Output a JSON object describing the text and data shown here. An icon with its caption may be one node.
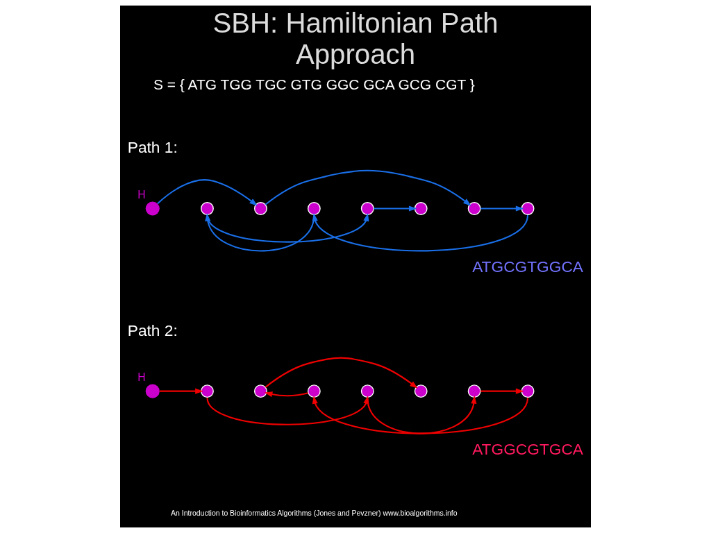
{
  "diagram": {
    "title": "SBH: Hamiltonian Path Approach",
    "nodes": [
      {
        "text": [],
        "shape": "circle",
        "beside": [
          "H"
        ]
      },
      {
        "text": [],
        "shape": "circle"
      },
      {
        "text": [],
        "shape": "circle"
      },
      {
        "text": [],
        "shape": "circle"
      },
      {
        "text": [],
        "shape": "circle"
      },
      {
        "text": [],
        "shape": "circle"
      },
      {
        "text": [],
        "shape": "circle"
      },
      {
        "text": [],
        "shape": "circle"
      },
      {
        "text": [],
        "shape": "circle",
        "beside": [
          "H"
        ]
      },
      {
        "text": [],
        "shape": "circle"
      },
      {
        "text": [],
        "shape": "circle"
      },
      {
        "text": [],
        "shape": "circle"
      },
      {
        "text": [],
        "shape": "circle"
      },
      {
        "text": [],
        "shape": "circle"
      },
      {
        "text": [],
        "shape": "circle"
      },
      {
        "text": [],
        "shape": "circle"
      }
    ],
    "edges": [
      {
        "from": 0,
        "to": 2,
        "arrow": "to",
        "color": "#1a6fe8"
      },
      {
        "from": 2,
        "to": 6,
        "arrow": "to",
        "color": "#1a6fe8"
      },
      {
        "from": 6,
        "to": 7,
        "arrow": "to",
        "color": "#1a6fe8"
      },
      {
        "from": 7,
        "to": 3,
        "arrow": "to",
        "color": "#1a6fe8"
      },
      {
        "from": 3,
        "to": 1,
        "arrow": "to",
        "color": "#1a6fe8"
      },
      {
        "from": 1,
        "to": 4,
        "arrow": "to",
        "color": "#1a6fe8"
      },
      {
        "from": 4,
        "to": 5,
        "arrow": "to",
        "color": "#1a6fe8"
      },
      {
        "from": 8,
        "to": 9,
        "arrow": "to",
        "color": "#f00000"
      },
      {
        "from": 9,
        "to": 12,
        "arrow": "to",
        "color": "#f00000"
      },
      {
        "from": 12,
        "to": 14,
        "arrow": "to",
        "color": "#f00000"
      },
      {
        "from": 14,
        "to": 15,
        "arrow": "to",
        "color": "#f00000"
      },
      {
        "from": 15,
        "to": 11,
        "arrow": "to",
        "color": "#f00000"
      },
      {
        "from": 11,
        "to": 10,
        "arrow": "to",
        "color": "#f00000"
      },
      {
        "from": 10,
        "to": 13,
        "arrow": "to",
        "color": "#f00000"
      }
    ],
    "labels": [
      "S = { ATG TGG TGC GTG GGC GCA GCG CGT }",
      "Path 1:",
      "ATGCGTGGCA",
      "Path 2:",
      "ATGGCGTGCA",
      "An Introduction to Bioinformatics Algorithms (Jones and Pevzner) www.bioalgorithms.info"
    ]
  }
}
